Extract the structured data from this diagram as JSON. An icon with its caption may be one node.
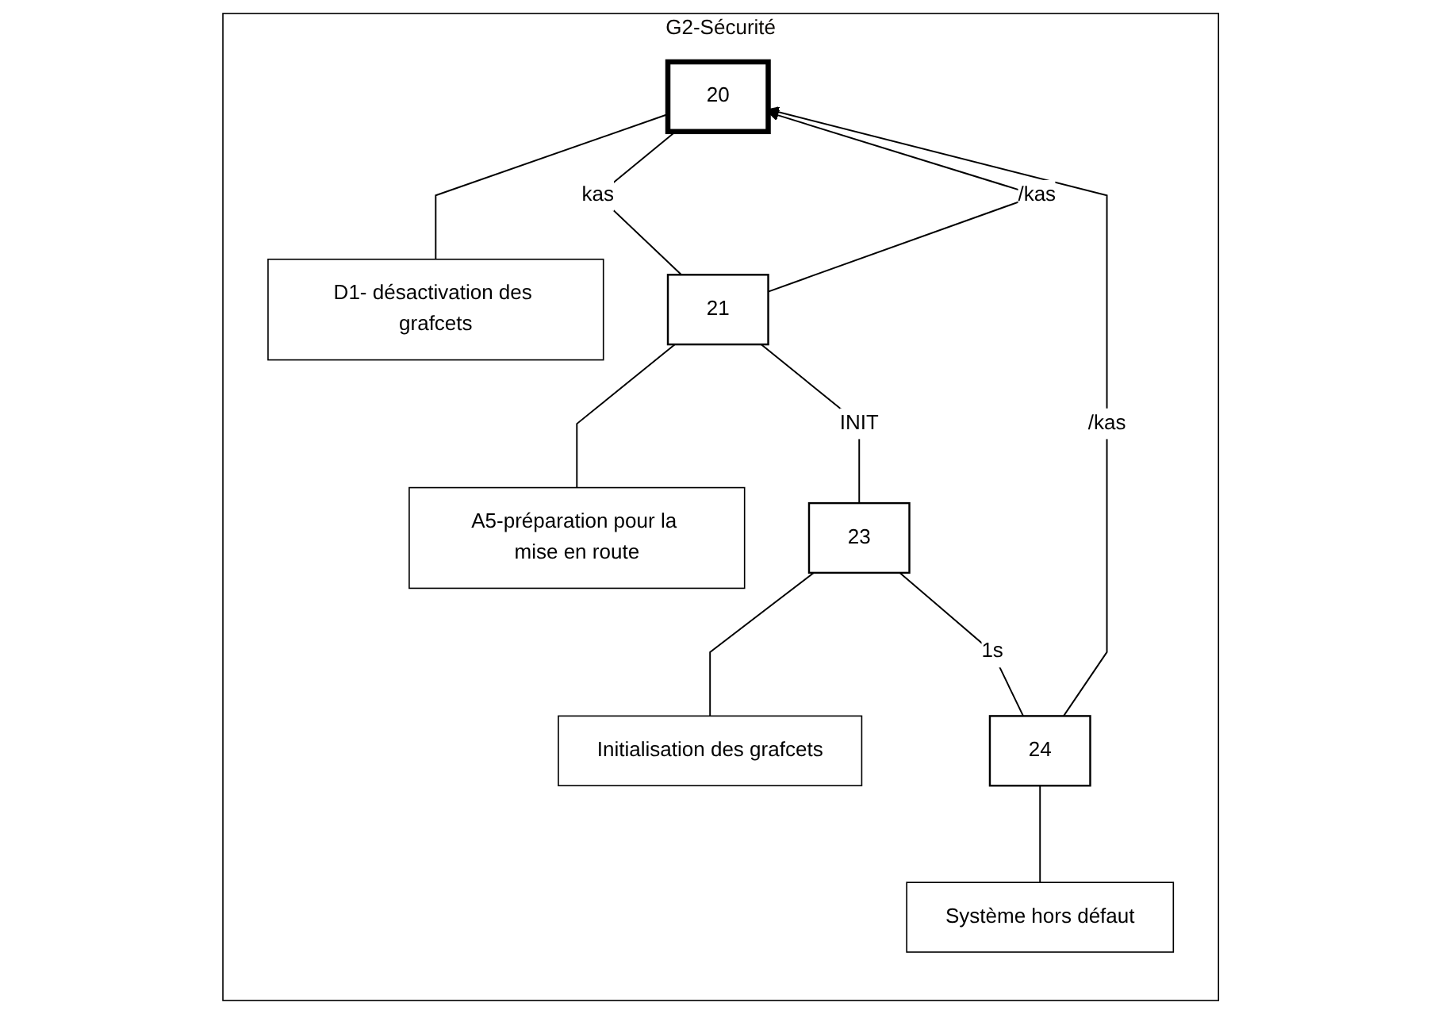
{
  "diagram": {
    "nodes": [
      {
        "text": [
          "G2-Sécurité"
        ]
      },
      {
        "text": [
          "20"
        ],
        "in": 0
      },
      {
        "text": [
          "D1- désactivation des grafcets"
        ],
        "in": 0
      },
      {
        "text": [
          "21"
        ],
        "in": 0
      },
      {
        "text": [
          "A5-préparation pour la mise en route"
        ],
        "in": 0
      },
      {
        "text": [
          "23"
        ],
        "in": 0
      },
      {
        "text": [
          "Initialisation des grafcets"
        ],
        "in": 0
      },
      {
        "text": [
          "24"
        ],
        "in": 0
      },
      {
        "text": [
          "Système hors défaut"
        ],
        "in": 0
      }
    ],
    "edges": [
      {
        "from": 1,
        "to": 2,
        "arrow": "none"
      },
      {
        "from": 1,
        "to": 3,
        "label": "kas",
        "arrow": "none"
      },
      {
        "from": 3,
        "to": 4,
        "arrow": "none"
      },
      {
        "from": 3,
        "to": 1,
        "label": "/kas",
        "arrow": "to"
      },
      {
        "from": 3,
        "to": 5,
        "label": "INIT",
        "arrow": "none"
      },
      {
        "from": 5,
        "to": 6,
        "arrow": "none"
      },
      {
        "from": 5,
        "to": 7,
        "label": "1s",
        "arrow": "none"
      },
      {
        "from": 7,
        "to": 8,
        "arrow": "none"
      },
      {
        "from": 7,
        "to": 1,
        "label": "/kas",
        "arrow": "to"
      }
    ]
  }
}
